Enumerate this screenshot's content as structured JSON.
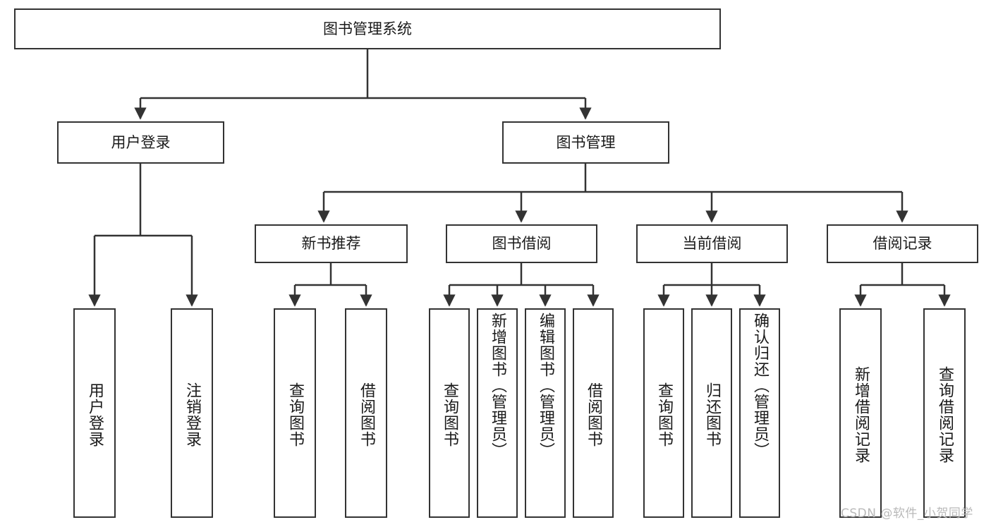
{
  "diagram": {
    "type": "tree",
    "title": "图书管理系统",
    "watermark": "CSDN @软件_小贺同学",
    "colors": {
      "node_border": "#333333",
      "node_fill": "#ffffff",
      "connector": "#333333",
      "watermark": "#b9b9b9",
      "background": "#ffffff"
    },
    "nodes": {
      "root": {
        "label": "图书管理系统"
      },
      "level1": [
        {
          "id": "user-login",
          "label": "用户登录"
        },
        {
          "id": "book-manage",
          "label": "图书管理"
        }
      ],
      "level2": [
        {
          "id": "new-book-recommend",
          "label": "新书推荐"
        },
        {
          "id": "book-borrow",
          "label": "图书借阅"
        },
        {
          "id": "current-borrow",
          "label": "当前借阅"
        },
        {
          "id": "borrow-record",
          "label": "借阅记录"
        }
      ],
      "leaves": {
        "user-login": [
          {
            "id": "leaf-user-login",
            "label": "用户登录"
          },
          {
            "id": "leaf-user-logout",
            "label": "注销登录"
          }
        ],
        "new-book-recommend": [
          {
            "id": "leaf-query-book-1",
            "label": "查询图书"
          },
          {
            "id": "leaf-borrow-book-1",
            "label": "借阅图书"
          }
        ],
        "book-borrow": [
          {
            "id": "leaf-query-book-2",
            "label": "查询图书"
          },
          {
            "id": "leaf-add-book",
            "label": "新增图书（管理员）"
          },
          {
            "id": "leaf-edit-book",
            "label": "编辑图书（管理员）"
          },
          {
            "id": "leaf-borrow-book-2",
            "label": "借阅图书"
          }
        ],
        "current-borrow": [
          {
            "id": "leaf-query-book-3",
            "label": "查询图书"
          },
          {
            "id": "leaf-return-book",
            "label": "归还图书"
          },
          {
            "id": "leaf-confirm-return",
            "label": "确认归还（管理员）"
          }
        ],
        "borrow-record": [
          {
            "id": "leaf-add-record",
            "label": "新增借阅记录"
          },
          {
            "id": "leaf-query-record",
            "label": "查询借阅记录"
          }
        ]
      }
    }
  }
}
